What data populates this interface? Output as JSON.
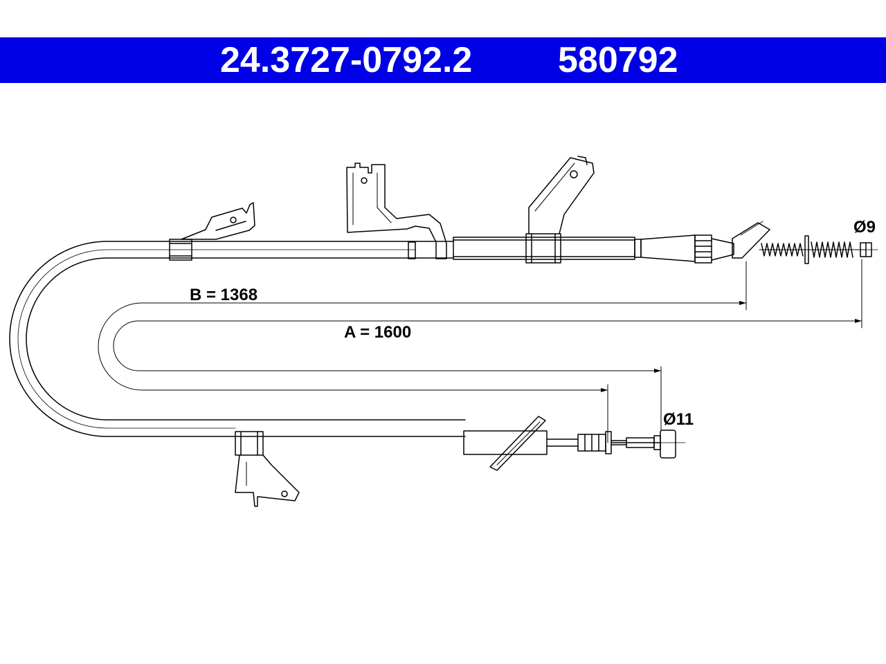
{
  "header": {
    "part_number": "24.3727-0792.2",
    "ref_number": "580792",
    "background_color": "#0000e6",
    "text_color": "#ffffff"
  },
  "dimensions": {
    "B": "B = 1368",
    "A": "A = 1600",
    "d_right": "Ø9",
    "d_left": "Ø11"
  }
}
